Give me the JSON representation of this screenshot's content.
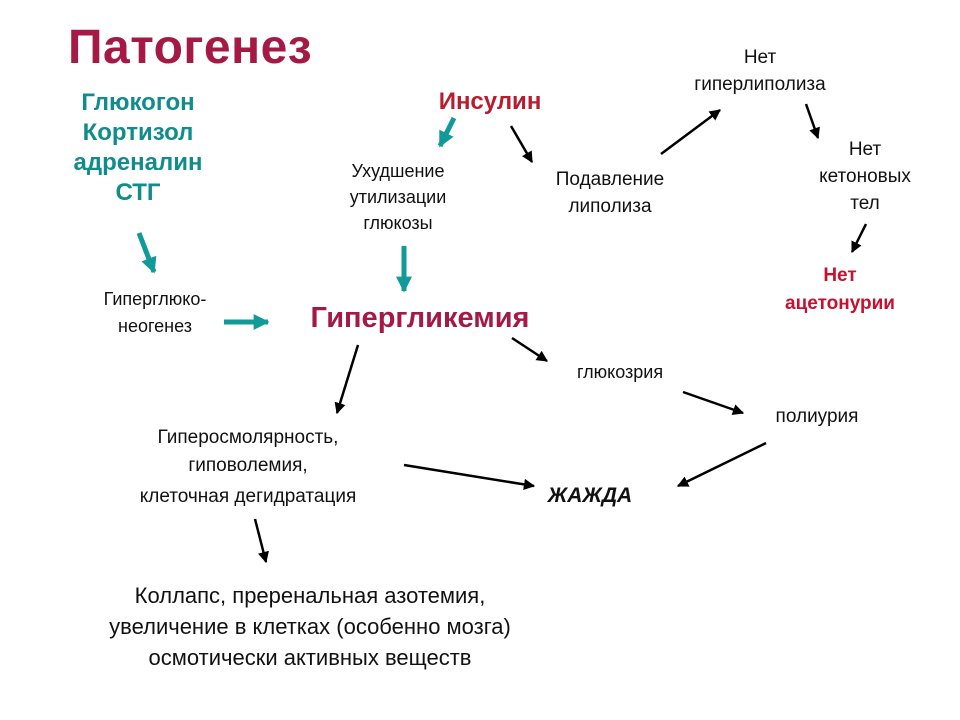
{
  "title": "Патогенез",
  "hormones": [
    "Глюкогон",
    "Кортизол",
    "адреналин",
    "СТГ"
  ],
  "insulin": "Инсулин",
  "utilization": [
    "Ухудшение",
    "утилизации",
    "глюкозы"
  ],
  "lipolysis_suppression": [
    "Подавление",
    "липолиза"
  ],
  "no_hyperlipolysis": [
    "Нет",
    "гиперлиполиза"
  ],
  "no_ketones": [
    "Нет",
    "кетоновых",
    "тел"
  ],
  "no_acetonuria": [
    "Нет",
    "ацетонурии"
  ],
  "gluconeogenesis": [
    "Гиперглюко-",
    "неогенез"
  ],
  "hyperglycemia": "Гипергликемия",
  "glucosuria": "глюкозрия",
  "polyuria": "полиурия",
  "hyperosmolarity": [
    "Гиперосмолярность,",
    "гиповолемия,",
    "клеточная дегидратация"
  ],
  "thirst": "ЖАЖДА",
  "outcome": [
    "Коллапс, преренальная азотемия,",
    "увеличение в клетках (особенно мозга)",
    "осмотически активных веществ"
  ],
  "colors": {
    "title": "#a51a45",
    "hormones": "#108c8c",
    "insulin": "#b71d2f",
    "acetonuria": "#c8102e",
    "teal_arrow": "#129a9a",
    "black_arrow": "#000000"
  }
}
